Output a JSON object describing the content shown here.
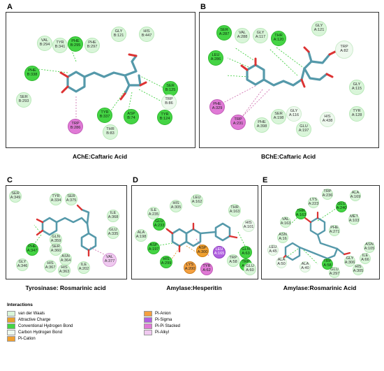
{
  "panels": [
    {
      "letter": "A",
      "caption": "AChE:Caftaric Acid"
    },
    {
      "letter": "B",
      "caption": "BChE:Caftaric Acid"
    },
    {
      "letter": "C",
      "caption": "Tyrosinase: Rosmarinic acid"
    },
    {
      "letter": "D",
      "caption": "Amylase:Hesperitin"
    },
    {
      "letter": "E",
      "caption": "Amylase:Rosmarinic Acid"
    }
  ],
  "residues": {
    "A": [
      [
        "VAL",
        "B:294"
      ],
      [
        "TYR",
        "B:341"
      ],
      [
        "PHE",
        "B:295"
      ],
      [
        "PHE",
        "B:297"
      ],
      [
        "GLY",
        "B:121"
      ],
      [
        "HIS",
        "B:447"
      ],
      [
        "PHE",
        "B:338"
      ],
      [
        "SER",
        "B:125"
      ],
      [
        "TRP",
        "B:86"
      ],
      [
        "SER",
        "B:293"
      ],
      [
        "TYR",
        "B:337"
      ],
      [
        "ASP",
        "B:74"
      ],
      [
        "TYR",
        "B:124"
      ],
      [
        "THR",
        "B:83"
      ],
      [
        "TRP",
        "B:286"
      ]
    ],
    "B": [
      [
        "SER",
        "A:287"
      ],
      [
        "VAL",
        "A:288"
      ],
      [
        "GLY",
        "A:117"
      ],
      [
        "THR",
        "A:120"
      ],
      [
        "GLY",
        "A:121"
      ],
      [
        "LEU",
        "A:286"
      ],
      [
        "TRP",
        "A:82"
      ],
      [
        "GLY",
        "A:115"
      ],
      [
        "PHE",
        "A:329"
      ],
      [
        "TRP",
        "A:231"
      ],
      [
        "PHE",
        "A:398"
      ],
      [
        "SER",
        "A:198"
      ],
      [
        "GLY",
        "A:116"
      ],
      [
        "HIS",
        "A:438"
      ],
      [
        "GLU",
        "A:197"
      ],
      [
        "TYR",
        "A:128"
      ]
    ],
    "C": [
      [
        "SER",
        "A:349"
      ],
      [
        "TYR",
        "A:334"
      ],
      [
        "SER",
        "A:375"
      ],
      [
        "ILE",
        "A:368"
      ],
      [
        "GLU",
        "A:335"
      ],
      [
        "GLN",
        "A:359"
      ],
      [
        "SER",
        "A:360"
      ],
      [
        "PHE",
        "A:347"
      ],
      [
        "GLY",
        "A:346"
      ],
      [
        "ASN",
        "A:364"
      ],
      [
        "HIS",
        "A:367"
      ],
      [
        "HIS",
        "A:363"
      ],
      [
        "ILE",
        "A:202"
      ],
      [
        "VAL",
        "A:377"
      ]
    ],
    "D": [
      [
        "LEU",
        "A:162"
      ],
      [
        "HIS",
        "A:305"
      ],
      [
        "ILE",
        "A:235"
      ],
      [
        "THR",
        "A:163"
      ],
      [
        "ALA",
        "A:198"
      ],
      [
        "GLU",
        "A:233"
      ],
      [
        "GLN",
        "A:63"
      ],
      [
        "ASP",
        "A:197"
      ],
      [
        "HIS",
        "A:299"
      ],
      [
        "ASP",
        "A:300"
      ],
      [
        "LEU",
        "A:165"
      ],
      [
        "TRP",
        "A:58"
      ],
      [
        "TRP",
        "A:59"
      ],
      [
        "GLU",
        "A:60"
      ],
      [
        "LYS",
        "A:200"
      ],
      [
        "TYR",
        "A:62"
      ],
      [
        "HIS",
        "A:101"
      ]
    ],
    "E": [
      [
        "TRP",
        "A:236"
      ],
      [
        "ALA",
        "A:169"
      ],
      [
        "LYS",
        "A:223"
      ],
      [
        "GLU",
        "A:240"
      ],
      [
        "THR",
        "A:163"
      ],
      [
        "VAL",
        "A:163"
      ],
      [
        "PHE",
        "A:271"
      ],
      [
        "MET",
        "A:103"
      ],
      [
        "ASN",
        "A:16"
      ],
      [
        "LEU",
        "A:45"
      ],
      [
        "ALA",
        "A:50"
      ],
      [
        "ALA",
        "A:40"
      ],
      [
        "TRP",
        "A:58"
      ],
      [
        "GLU",
        "A:297"
      ],
      [
        "ASN",
        "A:105"
      ],
      [
        "ILE",
        "A:66"
      ],
      [
        "GLY",
        "A:306"
      ],
      [
        "HIS",
        "A:305"
      ]
    ]
  },
  "legend": {
    "title": "Interactions",
    "items": [
      {
        "label": "van der Waals",
        "color": "#d9f5d9"
      },
      {
        "label": "Attractive Charge",
        "color": "#e8a030"
      },
      {
        "label": "Conventional Hydrogen Bond",
        "color": "#44d444"
      },
      {
        "label": "Carbon Hydrogen Bond",
        "color": "#eef9ee"
      },
      {
        "label": "Pi-Cation",
        "color": "#f0a030"
      },
      {
        "label": "Pi-Anion",
        "color": "#f4a040"
      },
      {
        "label": "Pi-Sigma",
        "color": "#b060e0"
      },
      {
        "label": "Pi-Pi Stacked",
        "color": "#e07ad6"
      },
      {
        "label": "Pi-Alkyl",
        "color": "#f0c9f0"
      }
    ]
  }
}
